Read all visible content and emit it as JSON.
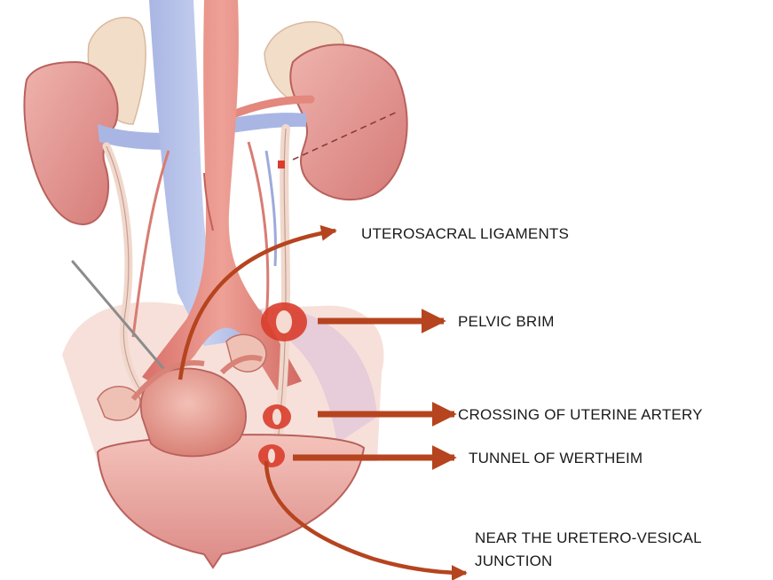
{
  "labels": {
    "uterosacral": "UTEROSACRAL LIGAMENTS",
    "pelvic_brim": "PELVIC BRIM",
    "uterine_artery": "CROSSING OF UTERINE ARTERY",
    "wertheim": "TUNNEL OF WERTHEIM",
    "uv_junction_line1": "NEAR  THE URETERO-VESICAL",
    "uv_junction_line2": "JUNCTION"
  },
  "colors": {
    "arrow": "#b5441f",
    "marker": "#d93d2b",
    "kidney": "#e59a97",
    "vena_cava": "#b9c4e8",
    "aorta": "#e4877c",
    "adrenal": "#f2ddc8",
    "bladder": "#f0b3aa"
  }
}
